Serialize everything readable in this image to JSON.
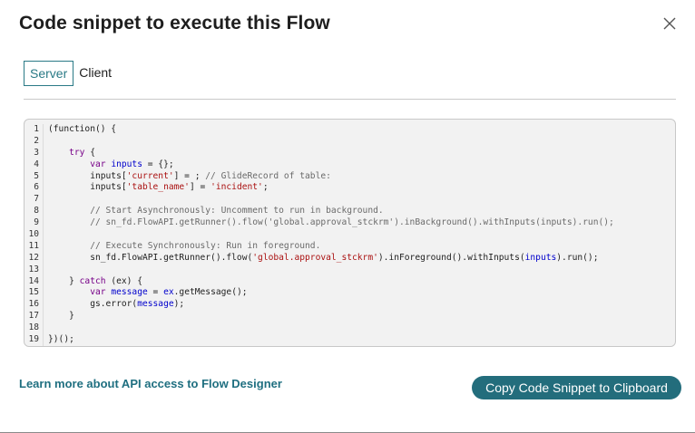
{
  "dialog": {
    "title": "Code snippet to execute this Flow",
    "close_icon": "close-icon"
  },
  "tabs": [
    {
      "label": "Server",
      "active": true
    },
    {
      "label": "Client",
      "active": false
    }
  ],
  "code": {
    "lines": [
      {
        "n": "1",
        "tokens": [
          [
            "p",
            "(function() {"
          ]
        ]
      },
      {
        "n": "2",
        "tokens": []
      },
      {
        "n": "3",
        "tokens": [
          [
            "p",
            "    "
          ],
          [
            "k",
            "try"
          ],
          [
            "p",
            " {"
          ]
        ]
      },
      {
        "n": "4",
        "tokens": [
          [
            "p",
            "        "
          ],
          [
            "k",
            "var"
          ],
          [
            "p",
            " "
          ],
          [
            "v",
            "inputs"
          ],
          [
            "p",
            " = {};"
          ]
        ]
      },
      {
        "n": "5",
        "tokens": [
          [
            "p",
            "        inputs["
          ],
          [
            "s",
            "'current'"
          ],
          [
            "p",
            "] = ; "
          ],
          [
            "c",
            "// GlideRecord of table:"
          ]
        ]
      },
      {
        "n": "6",
        "tokens": [
          [
            "p",
            "        inputs["
          ],
          [
            "s",
            "'table_name'"
          ],
          [
            "p",
            "] = "
          ],
          [
            "s",
            "'incident'"
          ],
          [
            "p",
            ";"
          ]
        ]
      },
      {
        "n": "7",
        "tokens": []
      },
      {
        "n": "8",
        "tokens": [
          [
            "c",
            "        // Start Asynchronously: Uncomment to run in background."
          ]
        ]
      },
      {
        "n": "9",
        "tokens": [
          [
            "c",
            "        // sn_fd.FlowAPI.getRunner().flow('global.approval_stckrm').inBackground().withInputs(inputs).run();"
          ]
        ]
      },
      {
        "n": "10",
        "tokens": []
      },
      {
        "n": "11",
        "tokens": [
          [
            "c",
            "        // Execute Synchronously: Run in foreground."
          ]
        ]
      },
      {
        "n": "12",
        "tokens": [
          [
            "p",
            "        sn_fd.FlowAPI.getRunner().flow("
          ],
          [
            "s",
            "'global.approval_stckrm'"
          ],
          [
            "p",
            ").inForeground().withInputs("
          ],
          [
            "v",
            "inputs"
          ],
          [
            "p",
            ").run();"
          ]
        ]
      },
      {
        "n": "13",
        "tokens": []
      },
      {
        "n": "14",
        "tokens": [
          [
            "p",
            "    } "
          ],
          [
            "k",
            "catch"
          ],
          [
            "p",
            " (ex) {"
          ]
        ]
      },
      {
        "n": "15",
        "tokens": [
          [
            "p",
            "        "
          ],
          [
            "k",
            "var"
          ],
          [
            "p",
            " "
          ],
          [
            "v",
            "message"
          ],
          [
            "p",
            " = "
          ],
          [
            "v",
            "ex"
          ],
          [
            "p",
            ".getMessage();"
          ]
        ]
      },
      {
        "n": "16",
        "tokens": [
          [
            "p",
            "        gs.error("
          ],
          [
            "v",
            "message"
          ],
          [
            "p",
            ");"
          ]
        ]
      },
      {
        "n": "17",
        "tokens": [
          [
            "p",
            "    }"
          ]
        ]
      },
      {
        "n": "18",
        "tokens": []
      },
      {
        "n": "19",
        "tokens": [
          [
            "p",
            "})();"
          ]
        ]
      }
    ]
  },
  "footer": {
    "learn_more_link": "Learn more about API access to Flow Designer",
    "copy_button": "Copy Code Snippet to Clipboard"
  },
  "colors": {
    "accent": "#236d7c",
    "link": "#1f6f80",
    "keyword": "#770088",
    "variable": "#0000cc",
    "string": "#aa1111",
    "comment": "#6a6a6a"
  }
}
